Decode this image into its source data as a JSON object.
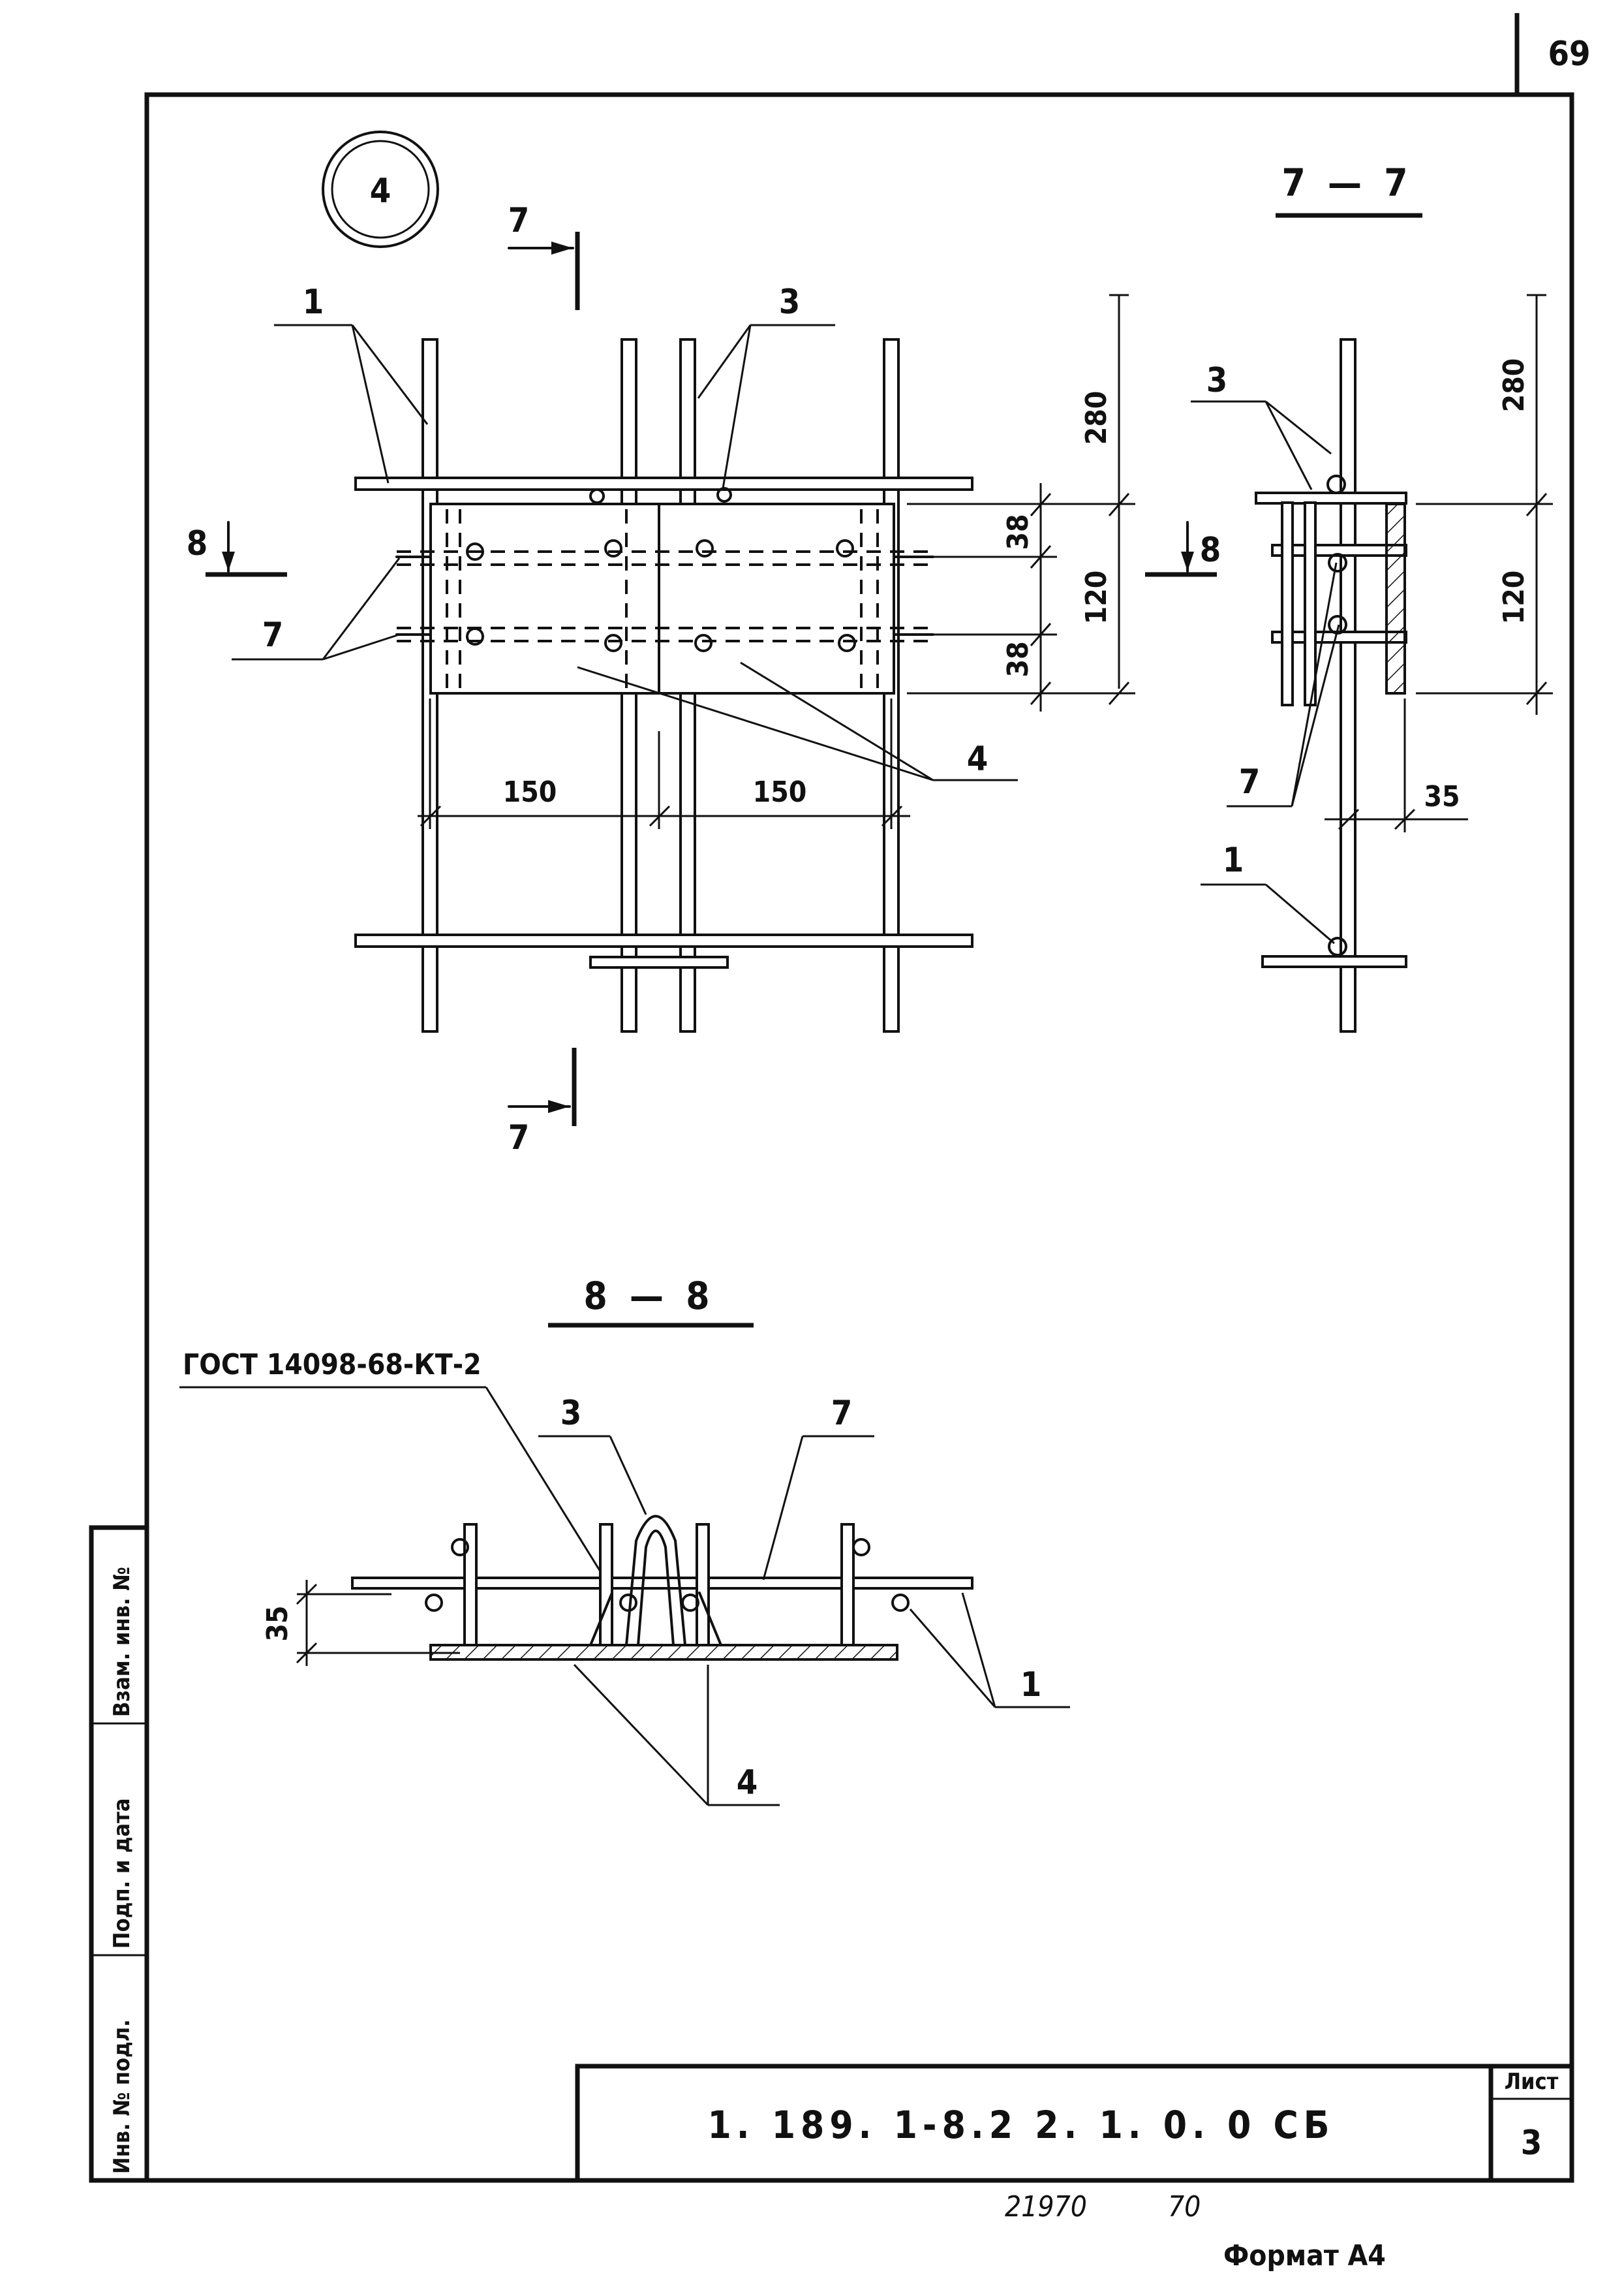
{
  "page_number": "69",
  "node_mark": "4",
  "section_7": {
    "title": "7 — 7",
    "cut_marker": "7",
    "dimensions": {
      "total": "280",
      "plate": "120",
      "offset": "35"
    },
    "positions": {
      "bar_top": "3",
      "loops": "7",
      "bar_bottom": "1"
    }
  },
  "plan_view": {
    "positions": {
      "left_bars": "1",
      "right_bars": "3",
      "loops": "7",
      "plates": "4"
    },
    "dimensions": {
      "total_height": "280",
      "plate_height": "120",
      "gap_top": "38",
      "gap_bottom": "38",
      "span_left": "150",
      "span_right": "150"
    },
    "cut_8_marker": "8"
  },
  "section_8": {
    "title": "8 — 8",
    "weld_note": "ГОСТ 14098-68-КТ-2",
    "positions": {
      "loop": "3",
      "bar": "7",
      "bars": "1",
      "plates": "4"
    },
    "dimensions": {
      "offset": "35"
    }
  },
  "stamp": {
    "cells": [
      "Инв. № подл.",
      "Подп. и дата",
      "Взам. инв. №"
    ]
  },
  "title_block": {
    "designation": "1. 189. 1-8.2   2. 1. 0. 0 СБ",
    "sheet_label": "Лист",
    "sheet_number": "3"
  },
  "footer": {
    "handwritten_number_a": "21970",
    "handwritten_number_b": "70",
    "format": "Формат А4"
  }
}
